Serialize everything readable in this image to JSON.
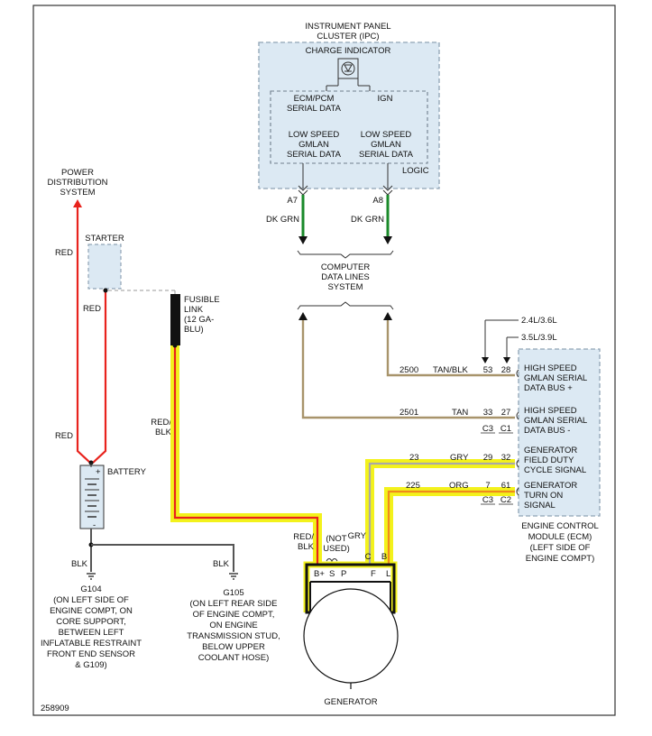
{
  "ipc": {
    "title_line1": "INSTRUMENT PANEL",
    "title_line2": "CLUSTER (IPC)",
    "charge_indicator": "CHARGE INDICATOR",
    "ecm_pcm_line1": "ECM/PCM",
    "ecm_pcm_line2": "SERIAL DATA",
    "ign": "IGN",
    "low_speed_left_1": "LOW SPEED",
    "low_speed_left_2": "GMLAN",
    "low_speed_left_3": "SERIAL DATA",
    "low_speed_right_1": "LOW SPEED",
    "low_speed_right_2": "GMLAN",
    "low_speed_right_3": "SERIAL DATA",
    "logic": "LOGIC",
    "pin_a7": "A7",
    "pin_a8": "A8",
    "wire_a7": "DK GRN",
    "wire_a8": "DK GRN"
  },
  "data_lines": {
    "line1": "COMPUTER",
    "line2": "DATA LINES",
    "line3": "SYSTEM"
  },
  "power": {
    "line1": "POWER",
    "line2": "DISTRIBUTION",
    "line3": "SYSTEM",
    "wire_red_top": "RED",
    "wire_red_mid": "RED",
    "wire_red_low": "RED"
  },
  "starter": "STARTER",
  "fusible": {
    "line1": "FUSIBLE",
    "line2": "LINK",
    "line3": "(12 GA-",
    "line4": "BLU)",
    "wire1": "RED/",
    "wire2": "BLK"
  },
  "battery": {
    "label": "BATTERY",
    "plus": "+",
    "minus": "-"
  },
  "ground1": {
    "wire": "BLK",
    "id": "G104",
    "desc": [
      "(ON LEFT SIDE OF",
      "ENGINE COMPT, ON",
      "CORE SUPPORT,",
      "BETWEEN LEFT",
      "INFLATABLE RESTRAINT",
      "FRONT END SENSOR",
      "& G109)"
    ]
  },
  "ground2": {
    "wire": "BLK",
    "id": "G105",
    "desc": [
      "(ON LEFT REAR SIDE",
      "OF ENGINE COMPT,",
      "ON ENGINE",
      "TRANSMISSION STUD,",
      "BELOW UPPER",
      "COOLANT HOSE)"
    ]
  },
  "engine": {
    "label_24": "2.4L/3.6L",
    "label_35": "3.5L/3.9L",
    "hs_plus_1": "HIGH SPEED",
    "hs_plus_2": "GMLAN SERIAL",
    "hs_plus_3": "DATA BUS +",
    "hs_minus_1": "HIGH SPEED",
    "hs_minus_2": "GMLAN SERIAL",
    "hs_minus_3": "DATA BUS -",
    "gen_field_1": "GENERATOR",
    "gen_field_2": "FIELD DUTY",
    "gen_field_3": "CYCLE SIGNAL",
    "gen_turn_1": "GENERATOR",
    "gen_turn_2": "TURN ON",
    "gen_turn_3": "SIGNAL",
    "ecm_1": "ENGINE CONTROL",
    "ecm_2": "MODULE (ECM)",
    "ecm_3": "(LEFT SIDE OF",
    "ecm_4": "ENGINE COMPT)"
  },
  "circuits": [
    {
      "num": "2500",
      "color": "TAN/BLK",
      "pin_a": "53",
      "pin_b": "28"
    },
    {
      "num": "2501",
      "color": "TAN",
      "pin_a": "33",
      "pin_b": "27",
      "conn_a": "C3",
      "conn_b": "C1"
    },
    {
      "num": "23",
      "color": "GRY",
      "pin_a": "29",
      "pin_b": "32"
    },
    {
      "num": "225",
      "color": "ORG",
      "pin_a": "7",
      "pin_b": "61",
      "conn_a": "C3",
      "conn_b": "C2"
    }
  ],
  "generator": {
    "label": "GENERATOR",
    "wire_redblk_1": "RED/",
    "wire_redblk_2": "BLK",
    "not_used_1": "(NOT",
    "not_used_2": "USED)",
    "wire_gry": "GRY",
    "conn_c": "C",
    "conn_b": "B",
    "term_bplus": "B+",
    "term_s": "S",
    "term_p": "P",
    "term_f": "F",
    "term_l": "L"
  },
  "figure_id": "258909",
  "colors": {
    "red_wire": "#e8231d",
    "yellow_highlight": "#f3f21c",
    "dk_green": "#1a8a2a",
    "tan": "#a8946b",
    "gray_wire": "#a9a9a9",
    "orange_wire": "#f08a1c",
    "box_fill": "#dce9f3"
  }
}
